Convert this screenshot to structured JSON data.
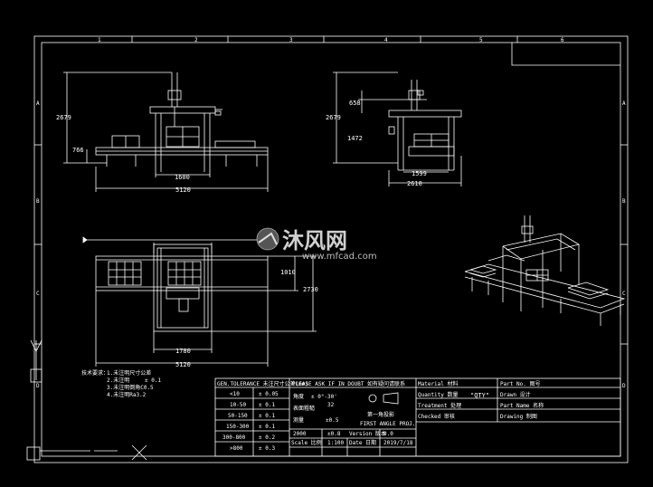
{
  "border": {
    "col_marks": [
      "1",
      "2",
      "3",
      "4",
      "5",
      "6"
    ],
    "row_marks": [
      "A",
      "B",
      "C",
      "D"
    ]
  },
  "front_view": {
    "dims": {
      "h1": "2679",
      "h2": "766",
      "w1": "1600",
      "w2": "5120"
    }
  },
  "side_view": {
    "dims": {
      "h1": "658",
      "h2": "2679",
      "h3": "1472",
      "w1": "1599",
      "w2": "2610"
    }
  },
  "top_view": {
    "dims": {
      "h1": "1010",
      "h2": "2730",
      "w1": "1780",
      "w2": "5120"
    }
  },
  "notes": {
    "title": "技术要求：",
    "lines": [
      "1.未注明尺寸公差",
      "2.未注明",
      "3.未注明倒角C0.5",
      "4.未注明Ra3.2"
    ],
    "tol": "± 0.1"
  },
  "title_block": {
    "gen_tol_header": "GEN.TOLERANCE 未注尺寸公差(mm)",
    "tol_rows": [
      {
        "range": "<10",
        "tol": "± 0.05"
      },
      {
        "range": "10-50",
        "tol": "± 0.1"
      },
      {
        "range": "50-150",
        "tol": "± 0.1"
      },
      {
        "range": "150-300",
        "tol": "± 0.1"
      },
      {
        "range": "300-800",
        "tol": "± 0.2"
      },
      {
        "range": ">800",
        "tol": "± 0.3"
      }
    ],
    "please_ask": "PLEASE ASK IF IN DOUBT",
    "please_ask_cn": "如有疑问请联系",
    "angle_label": "角度",
    "angle_val": "± 0°-30'",
    "rough_val": "32",
    "surface_label": "表面粗糙",
    "part_label": "测量",
    "proj_val": "±0.5",
    "proj_cn": "第一角投影",
    "first_angle": "FIRST ANGLE PROJ.",
    "unit_a": "2000",
    "unit_b": "±0.8",
    "version_label": "Version 版本",
    "version_val": "0.0",
    "scale_label": "Scale 比例",
    "scale_val": "1:100",
    "date_label": "Date 日期",
    "date_val": "2019/7/18",
    "material_label": "Material 材料",
    "quantity_label": "Quantity 数量",
    "treatment_label": "Treatment 处理",
    "checked_label": "Checked 审核",
    "qty_value": "\"QTY\"",
    "partno_label": "Part No. 图号",
    "drawn_label": "Drawn 设计",
    "partname_label": "Part Name 名称",
    "drawing_label": "Drawing 制图"
  },
  "watermark": {
    "brand": "沐风网",
    "url": "www.mfcad.com"
  }
}
